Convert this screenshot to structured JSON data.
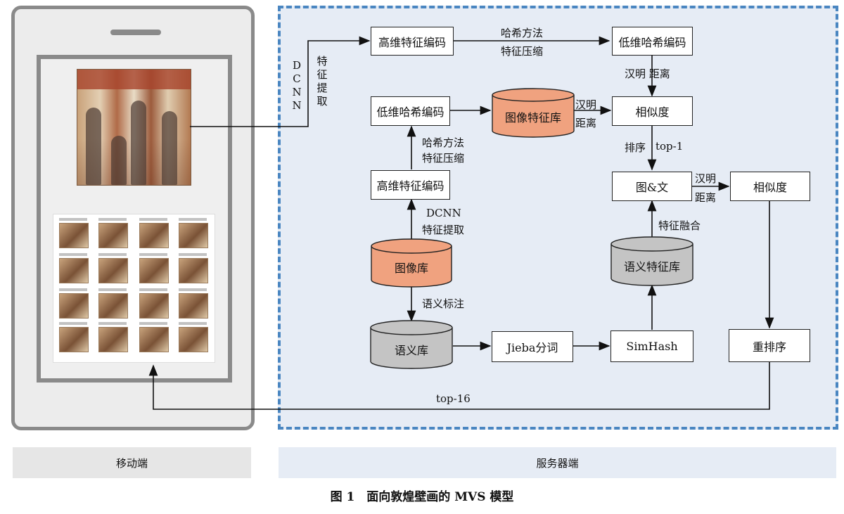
{
  "nodes": {
    "hd_code_top": "高维特征编码",
    "ld_code_top": "低维哈希编码",
    "ld_code_mid": "低维哈希编码",
    "img_feat_db": "图像特征库",
    "similarity1": "相似度",
    "hd_code_mid": "高维特征编码",
    "img_text": "图&文",
    "similarity2": "相似度",
    "img_db": "图像库",
    "sem_feat_db": "语义特征库",
    "sem_db": "语义库",
    "jieba": "Jieba分词",
    "simhash": "SimHash",
    "rerank": "重排序"
  },
  "edges": {
    "dcnn_vertical": "DCNN",
    "feat_extract_vertical": "特征提取",
    "hash_method_top": "哈希方法",
    "feat_compress_top": "特征压缩",
    "hamming_top": "汉明 距离",
    "hamming_mid_1": "汉明",
    "hamming_mid_2": "距离",
    "hash_method_mid": "哈希方法",
    "feat_compress_mid": "特征压缩",
    "sort": "排序",
    "top1": "top-1",
    "hamming_right_1": "汉明",
    "hamming_right_2": "距离",
    "dcnn_mid": "DCNN",
    "feat_extract_mid": "特征提取",
    "feat_fusion": "特征融合",
    "sem_annot": "语义标注",
    "top16": "top-16"
  },
  "footer": {
    "mobile": "移动端",
    "server": "服务器端"
  },
  "caption": "图 1　面向敦煌壁画的 MVS 模型",
  "colors": {
    "server_border": "#4a86c1",
    "server_bg": "#e6ecf5",
    "img_cyl": "#f0a27f",
    "gray_cyl": "#c4c4c4"
  }
}
